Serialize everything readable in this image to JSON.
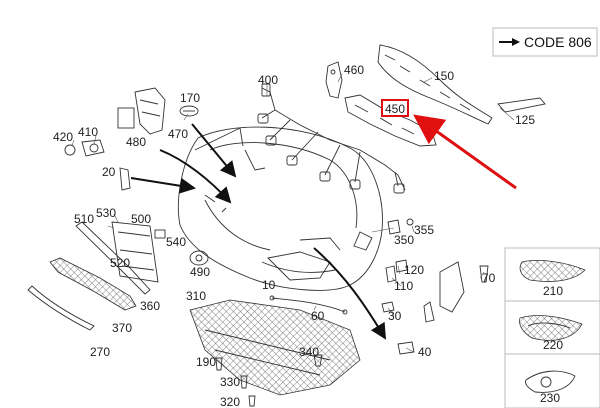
{
  "code_badge": {
    "text": "CODE 806"
  },
  "highlight": {
    "label": "450",
    "color": "#e01010"
  },
  "labels": {
    "p10": "10",
    "p20": "20",
    "p30": "30",
    "p40": "40",
    "p60": "60",
    "p70": "70",
    "p110": "110",
    "p120": "120",
    "p125": "125",
    "p150": "150",
    "p170": "170",
    "p190": "190",
    "p210": "210",
    "p220": "220",
    "p230": "230",
    "p270": "270",
    "p310": "310",
    "p320": "320",
    "p330": "330",
    "p340": "340",
    "p350": "350",
    "p355": "355",
    "p360": "360",
    "p370": "370",
    "p400": "400",
    "p410": "410",
    "p420": "420",
    "p460": "460",
    "p470": "470",
    "p480": "480",
    "p490": "490",
    "p500": "500",
    "p510": "510",
    "p520": "520",
    "p530": "530",
    "p540": "540"
  }
}
